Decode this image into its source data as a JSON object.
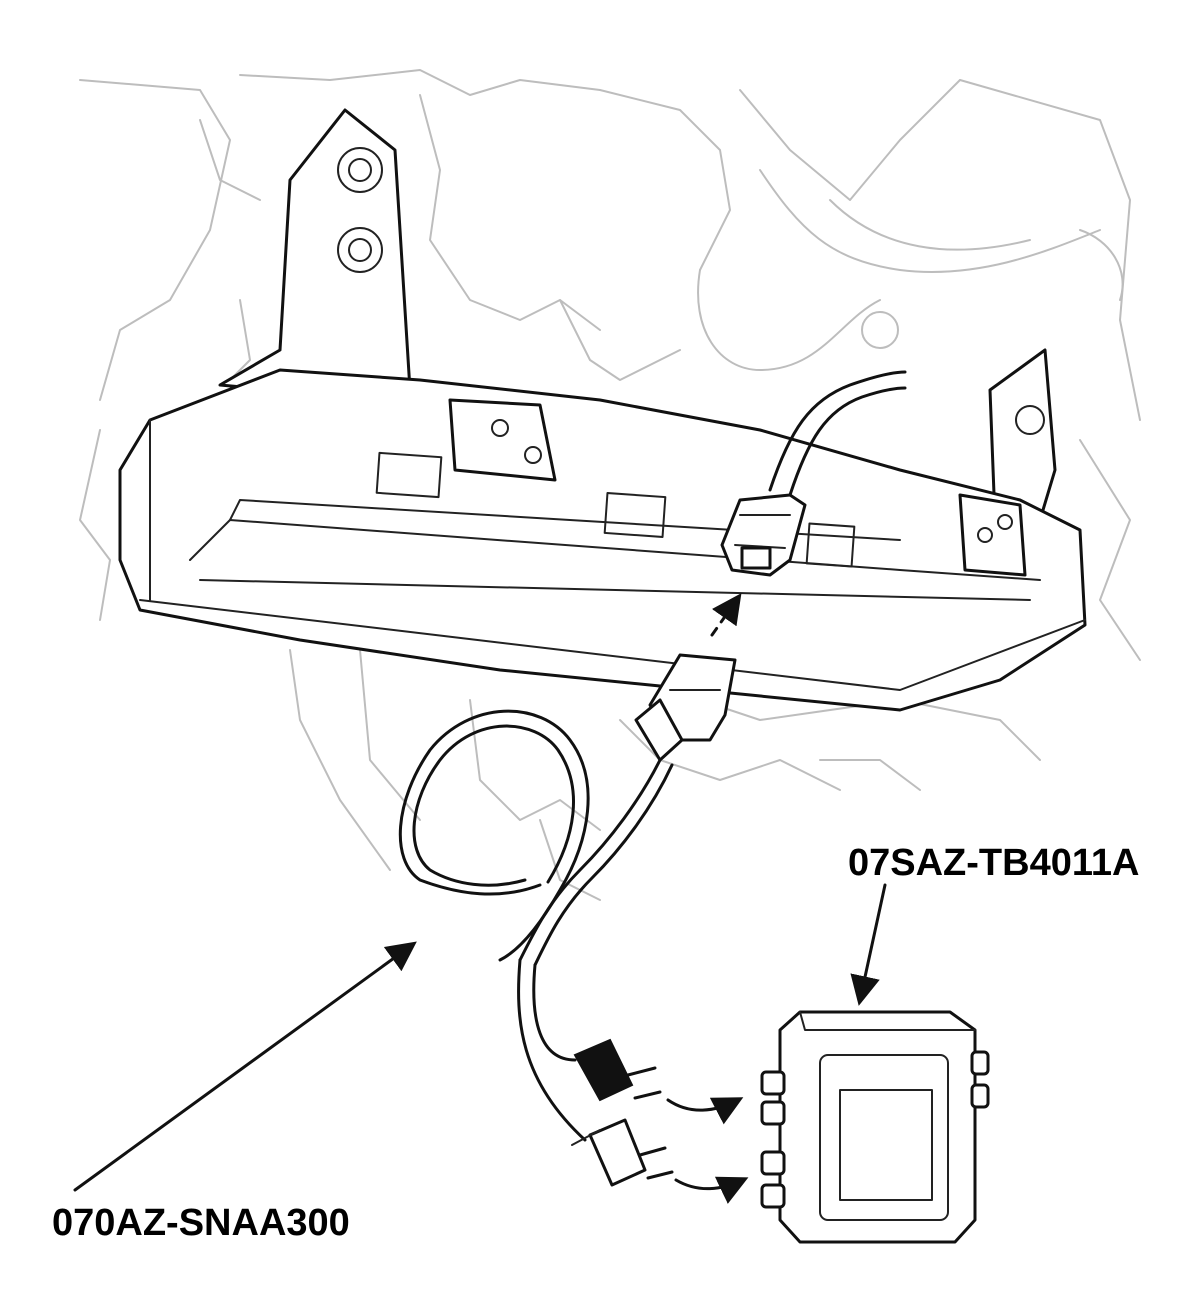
{
  "labels": {
    "breakout_box": "07SAZ-TB4011A",
    "harness": "070AZ-SNAA300"
  },
  "colors": {
    "line": "#111111",
    "background_lines": "#bdbdbd",
    "background": "#ffffff"
  },
  "icons": {
    "arrow": "connect-arrow"
  }
}
